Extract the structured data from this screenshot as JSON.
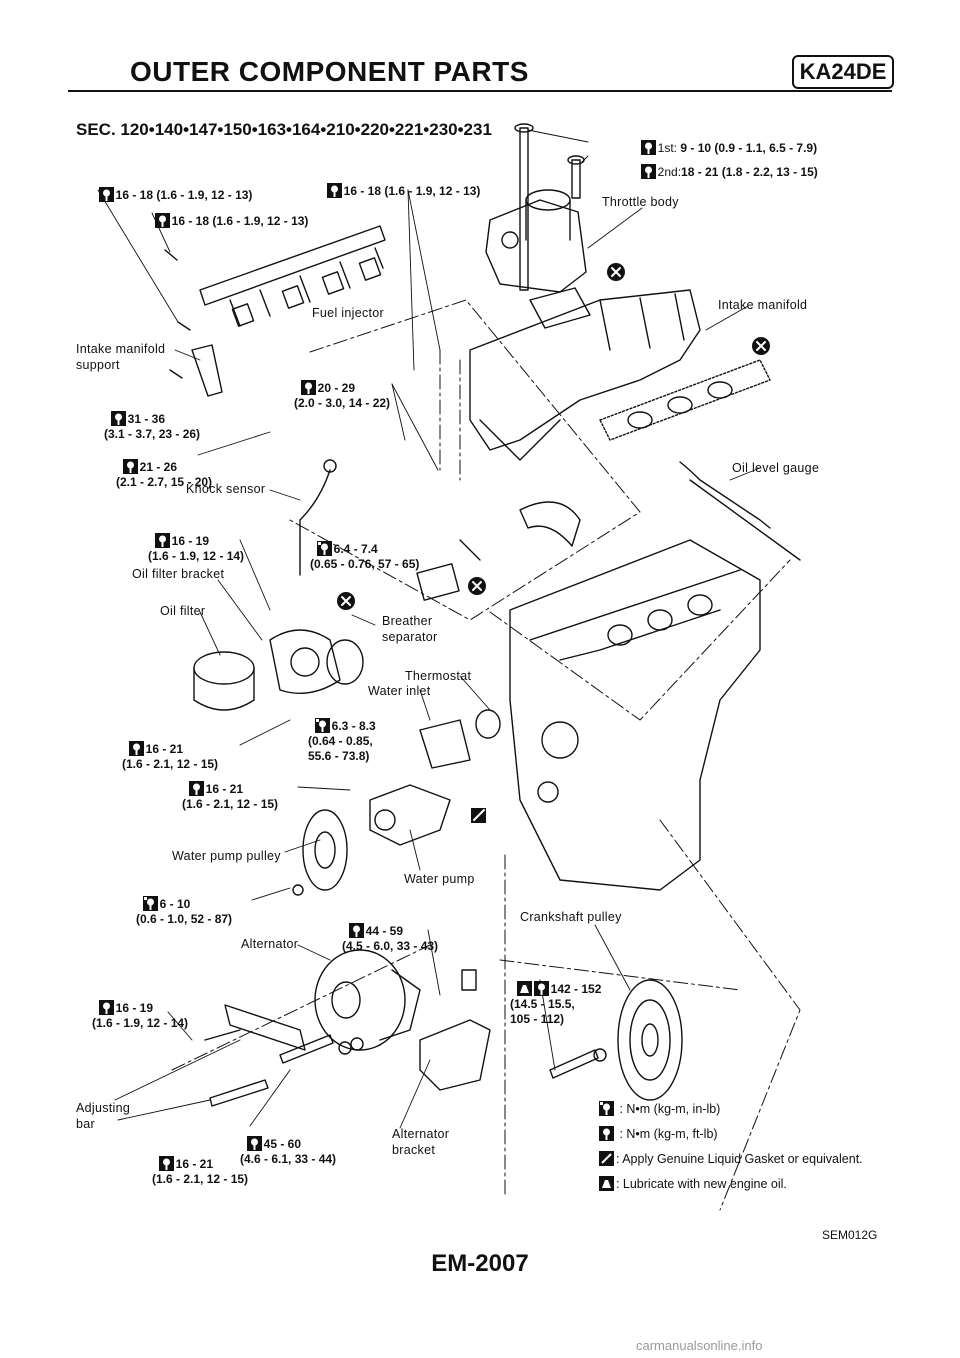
{
  "header": {
    "title": "OUTER COMPONENT PARTS",
    "badge": "KA24DE"
  },
  "section_line": "SEC. 120•140•147•150•163•164•210•220•221•230•231",
  "labels": {
    "throttle_body": "Throttle body",
    "intake_manifold": "Intake manifold",
    "fuel_injector": "Fuel injector",
    "intake_manifold_support": "Intake manifold\nsupport",
    "oil_level_gauge": "Oil level gauge",
    "knock_sensor": "Knock sensor",
    "oil_filter_bracket": "Oil filter bracket",
    "oil_filter": "Oil filter",
    "breather_separator": "Breather\nseparator",
    "thermostat": "Thermostat",
    "water_inlet": "Water inlet",
    "water_pump_pulley": "Water pump pulley",
    "water_pump": "Water pump",
    "crankshaft_pulley": "Crankshaft pulley",
    "alternator": "Alternator",
    "adjusting_bar": "Adjusting\nbar",
    "alternator_bracket": "Alternator\nbracket"
  },
  "torque": {
    "t_1st_prefix": "1st:",
    "t_1st": "9 - 10 (0.9 - 1.1, 6.5 - 7.9)",
    "t_2nd_prefix": "2nd:",
    "t_2nd": "18 - 21 (1.8 - 2.2, 13 - 15)",
    "t_a": "16 - 18 (1.6 - 1.9, 12 - 13)",
    "t_b": "16 - 18 (1.6 - 1.9, 12 - 13)",
    "t_c": "16 - 18 (1.6 - 1.9, 12 - 13)",
    "t_d": "20 - 29\n(2.0 - 3.0, 14 - 22)",
    "t_e": "31 - 36\n(3.1 - 3.7, 23 - 26)",
    "t_f": "21 - 26\n(2.1 - 2.7, 15 - 20)",
    "t_g": "16 - 19\n(1.6 - 1.9, 12 - 14)",
    "t_h": "6.4 - 7.4\n(0.65 - 0.76, 57 - 65)",
    "t_i": "6.3 - 8.3\n(0.64 - 0.85,\n55.6 - 73.8)",
    "t_j": "16 - 21\n(1.6 - 2.1, 12 - 15)",
    "t_k": "16 - 21\n(1.6 - 2.1, 12 - 15)",
    "t_l": "6 - 10\n(0.6 - 1.0, 52 - 87)",
    "t_m": "44 - 59\n(4.5 - 6.0, 33 - 43)",
    "t_n": "142 - 152\n(14.5 - 15.5,\n105 - 112)",
    "t_o": "16 - 19\n(1.6 - 1.9, 12 - 14)",
    "t_p": "45 - 60\n(4.6 - 6.1, 33 - 44)",
    "t_q": "16 - 21\n(1.6 - 2.1, 12 - 15)"
  },
  "legend": {
    "nm_inlb": ": N•m (kg-m, in-lb)",
    "nm_ftlb": ": N•m (kg-m, ft-lb)",
    "gasket": ": Apply Genuine Liquid Gasket or equivalent.",
    "oil": ": Lubricate with new engine oil."
  },
  "figure_code": "SEM012G",
  "page_number": "EM-2007",
  "watermark": "carmanualsonline.info"
}
